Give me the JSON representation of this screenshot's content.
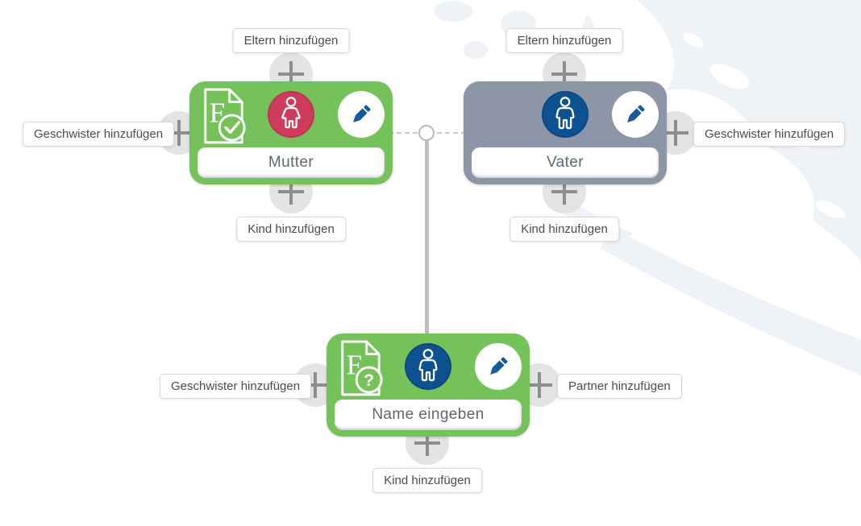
{
  "tree": {
    "persons": [
      {
        "id": "mother",
        "name": "Mutter",
        "gender": "female",
        "card_color": "green",
        "doc_badge": "check"
      },
      {
        "id": "father",
        "name": "Vater",
        "gender": "male",
        "card_color": "slate",
        "doc_badge": "none"
      },
      {
        "id": "focus",
        "name": "Name eingeben",
        "gender": "unknown",
        "card_color": "green",
        "doc_badge": "question"
      }
    ],
    "doc_letter": "F",
    "doc_question_mark": "?"
  },
  "actions": {
    "add_parents": "Eltern hinzufügen",
    "add_siblings": "Geschwister hinzufügen",
    "add_child": "Kind hinzufügen",
    "add_partner": "Partner hinzufügen"
  },
  "icons": {
    "plus": "plus-icon",
    "pencil": "edit-pencil-icon",
    "female_person": "female-person-icon",
    "male_person": "male-person-icon",
    "document_check": "facts-document-check-icon",
    "document_question": "facts-document-question-icon"
  },
  "colors": {
    "green": "#76c25a",
    "slate": "#8d96a6",
    "pink": "#ce3b5c",
    "blue": "#0d5191",
    "pencil": "#155a9c"
  }
}
